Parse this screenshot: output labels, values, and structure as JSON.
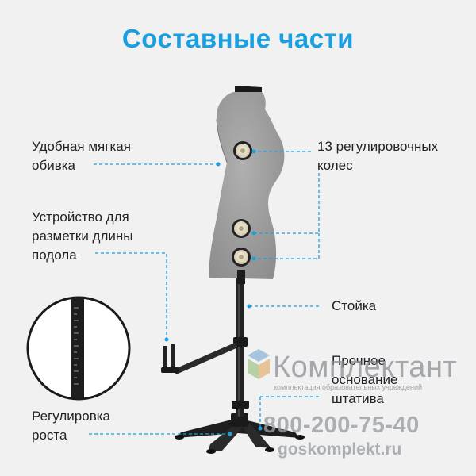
{
  "title": "Составные части",
  "labels": {
    "padding": [
      "Удобная мягкая",
      "обивка"
    ],
    "hem_marker": [
      "Устройство для",
      "разметки длины",
      "подола"
    ],
    "height_adjust": [
      "Регулировка",
      "роста"
    ],
    "wheels": [
      "13 регулировочных",
      "колес"
    ],
    "stand": [
      "Стойка"
    ],
    "base": [
      "Прочное",
      "основание",
      "штатива"
    ]
  },
  "watermark": {
    "name": "Комплектант",
    "subtitle": "комплектация образовательных учреждений",
    "phone": "800-200-75-40",
    "site": "goskomplekt.ru"
  },
  "colors": {
    "title": "#1aa0e0",
    "callout": "#1aa0e0",
    "mannequin": "#9c9c9c",
    "stand": "#1e1e1e",
    "background": "#f1f1f1"
  }
}
